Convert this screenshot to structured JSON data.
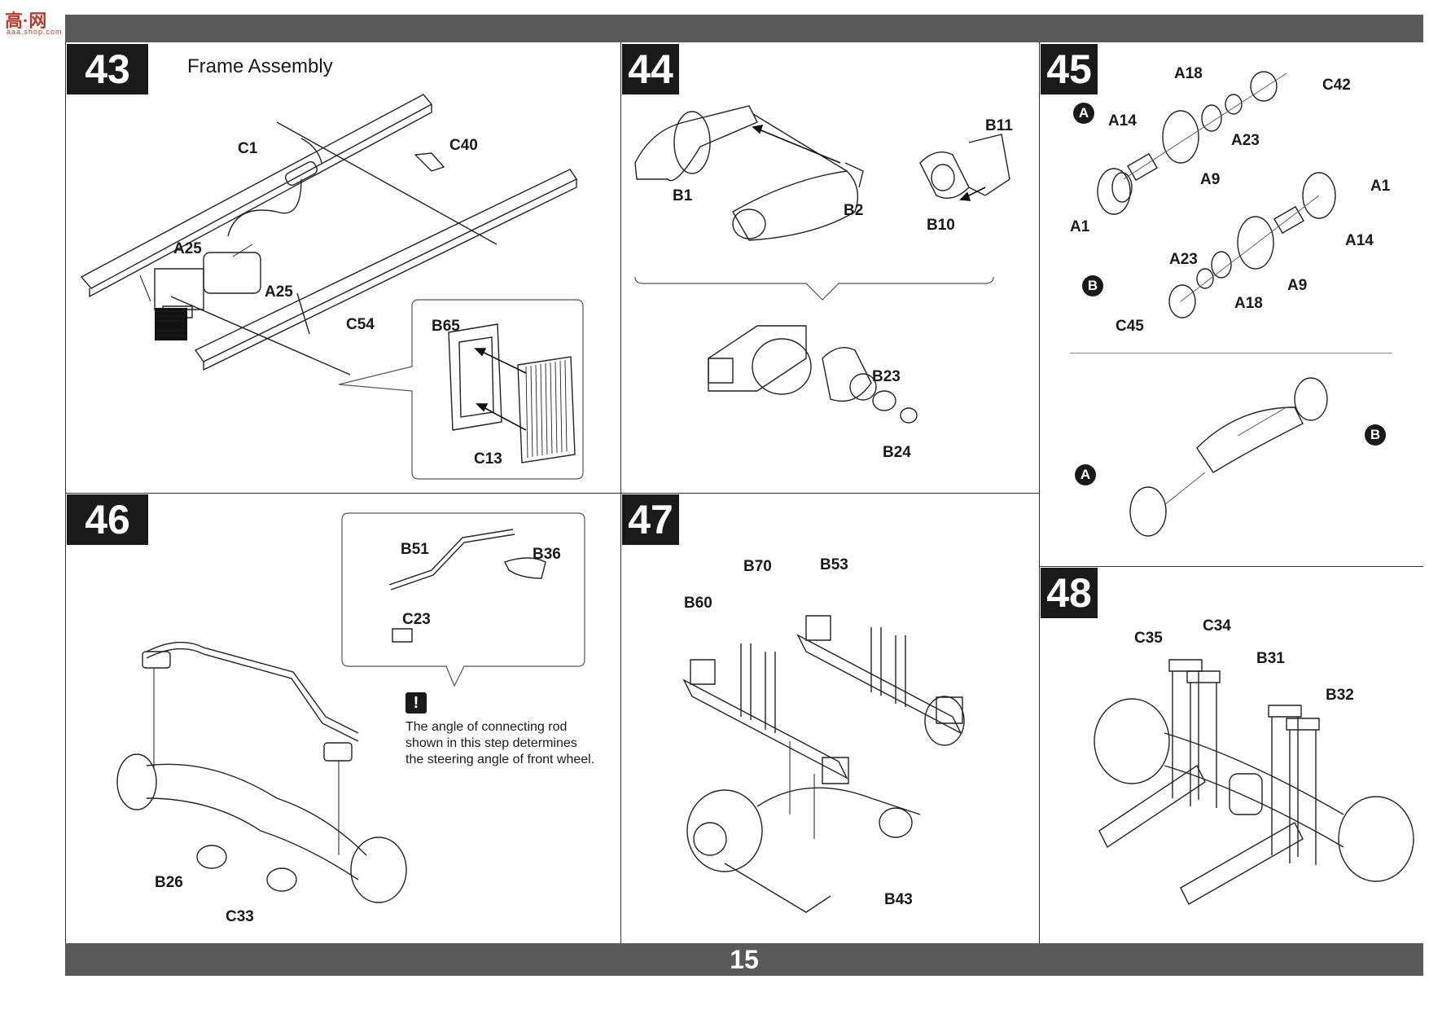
{
  "watermark": {
    "logo": "高·网",
    "site": "aaa.shop.com"
  },
  "page_number": "15",
  "steps": {
    "s43": {
      "number": "43",
      "title": "Frame Assembly",
      "parts": [
        "C1",
        "C40",
        "A25",
        "A25",
        "C54",
        "B65",
        "C13"
      ]
    },
    "s44": {
      "number": "44",
      "parts": [
        "B1",
        "B2",
        "B11",
        "B10",
        "B23",
        "B24"
      ]
    },
    "s45": {
      "number": "45",
      "marker_a": "A",
      "marker_b": "B",
      "parts": [
        "A18",
        "C42",
        "A14",
        "A23",
        "A9",
        "A1",
        "A1",
        "A14",
        "A23",
        "A18",
        "A9",
        "C45"
      ]
    },
    "s46": {
      "number": "46",
      "parts": [
        "B51",
        "B36",
        "C23",
        "B26",
        "C33"
      ],
      "note": [
        "The angle of connecting rod",
        "shown in this step determines",
        "the steering angle of front wheel."
      ],
      "note_icon": "exclamation-icon"
    },
    "s47": {
      "number": "47",
      "parts": [
        "B70",
        "B53",
        "B60",
        "B43"
      ]
    },
    "s48": {
      "number": "48",
      "parts": [
        "C35",
        "C34",
        "B31",
        "B32"
      ]
    }
  }
}
